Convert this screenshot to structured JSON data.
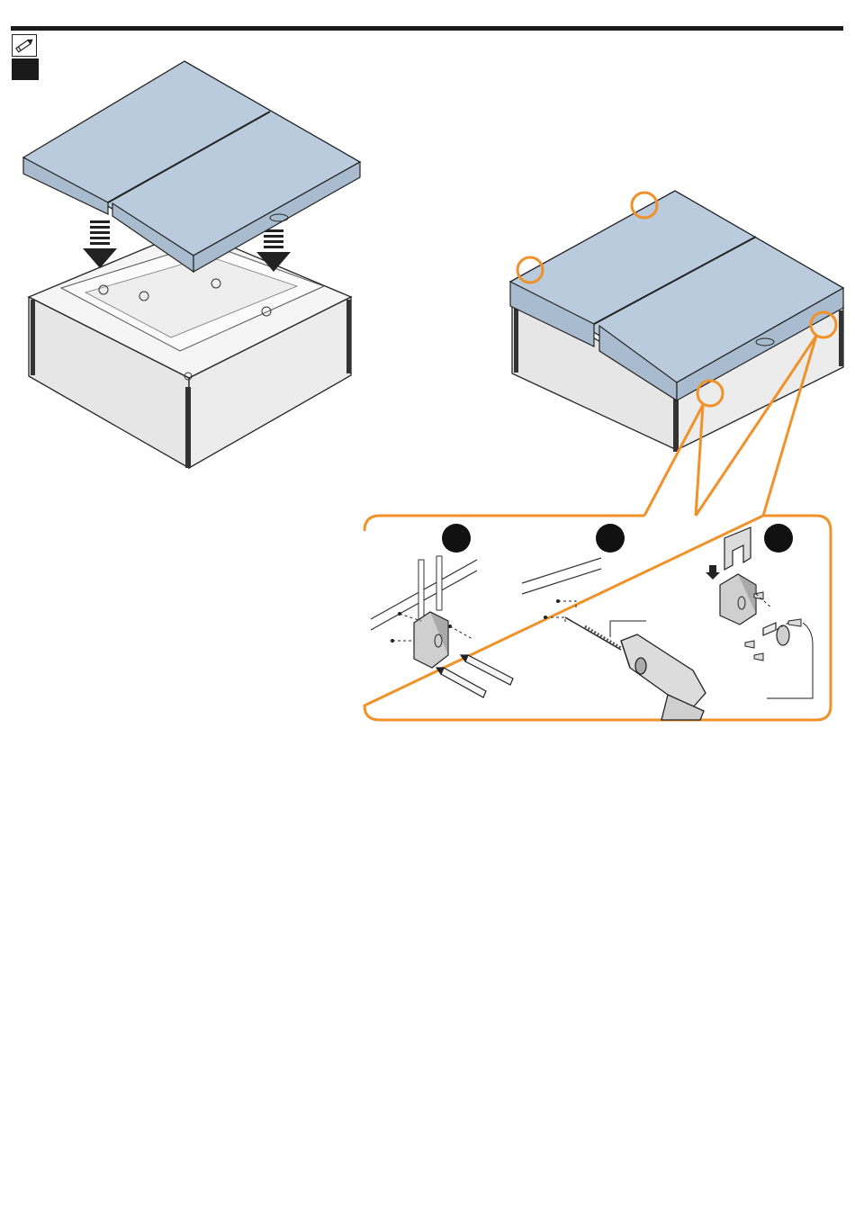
{
  "colors": {
    "cover": "#b9cbdd",
    "cover_side": "#a9bccf",
    "outline": "#222222",
    "panel": "#eaeaea",
    "tub_inner": "#f4f4f4",
    "highlight": "#f0922a",
    "marker": "#111111"
  },
  "icons": {
    "tool_badge": "pencil-icon",
    "step_badges": [
      "step-1-badge",
      "step-2-badge",
      "step-3-badge"
    ]
  },
  "steps": [
    {
      "name": "mark-holes",
      "icon": "pencil-icon"
    },
    {
      "name": "drill-holes",
      "icon": "drill-icon"
    },
    {
      "name": "fix-clip",
      "icon": "screw-icon"
    }
  ],
  "highlight_count": 4
}
